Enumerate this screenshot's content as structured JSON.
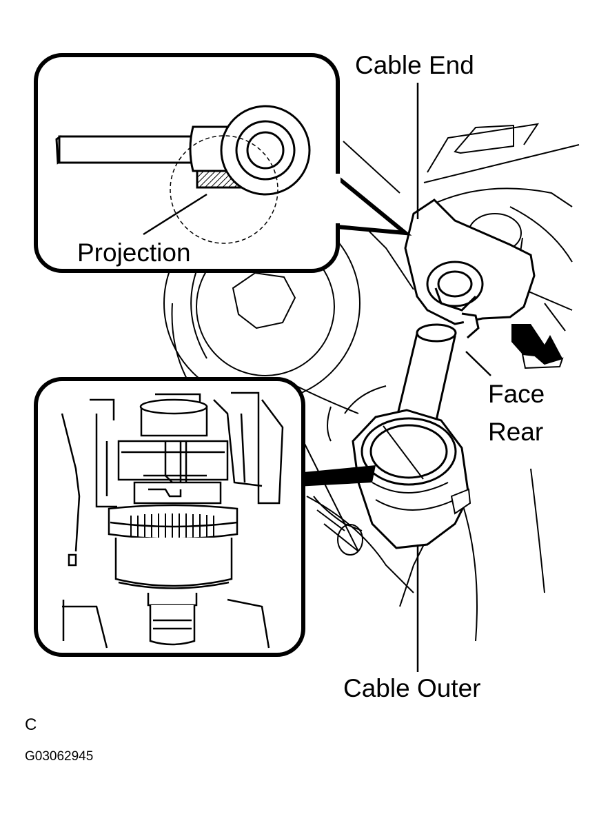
{
  "labels": {
    "cable_end": "Cable End",
    "projection": "Projection",
    "face": "Face",
    "rear": "Rear",
    "cable_outer": "Cable Outer"
  },
  "footer": {
    "corner_letter": "C",
    "figure_id": "G03062945"
  },
  "colors": {
    "ink": "#000000",
    "paper": "#ffffff",
    "hatch": "#000000"
  },
  "icons": {
    "direction_arrow": "arrow-lower-right-icon"
  }
}
